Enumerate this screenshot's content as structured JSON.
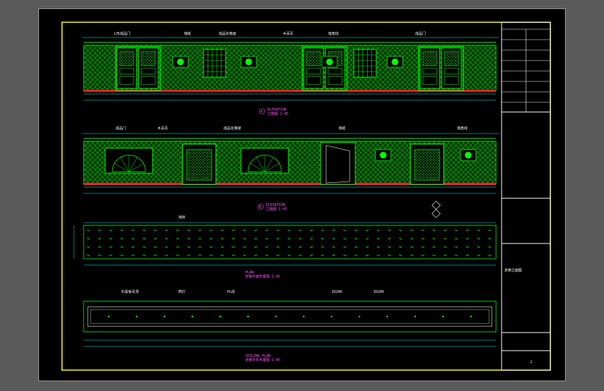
{
  "colors": {
    "frame": "#ffff00",
    "line": "#00ff00",
    "dimension": "#00ffff",
    "text": "#ffffff",
    "title": "#ff55ff",
    "base": "#ff2020",
    "wall": "#00b000"
  },
  "views": {
    "elev_a": {
      "number": "A",
      "title": "ELEVATION",
      "subtitle": "立面图 1:45",
      "labels": [
        "L形成品门",
        "墙纸",
        "成品花格窗",
        "木百页",
        "墙角线",
        "成品门"
      ]
    },
    "elev_b": {
      "number": "B",
      "title": "ELEVATION",
      "subtitle": "立面图 1:45",
      "labels": [
        "成品门",
        "木百页",
        "成品花格窗",
        "墙纸",
        "墙角线"
      ]
    },
    "plan": {
      "title": "PLAN",
      "subtitle": "走廊平面布置图 1:45",
      "labels": [
        "地砖"
      ]
    },
    "ceiling": {
      "title": "CEILING PLAN",
      "subtitle": "走廊天花布置图 1:45",
      "labels": [
        "石膏板吊顶",
        "筒灯",
        "PL线",
        "ID200",
        "ID200"
      ]
    }
  },
  "title_block": {
    "project": "走廊立面图",
    "sheet_no": "2"
  }
}
